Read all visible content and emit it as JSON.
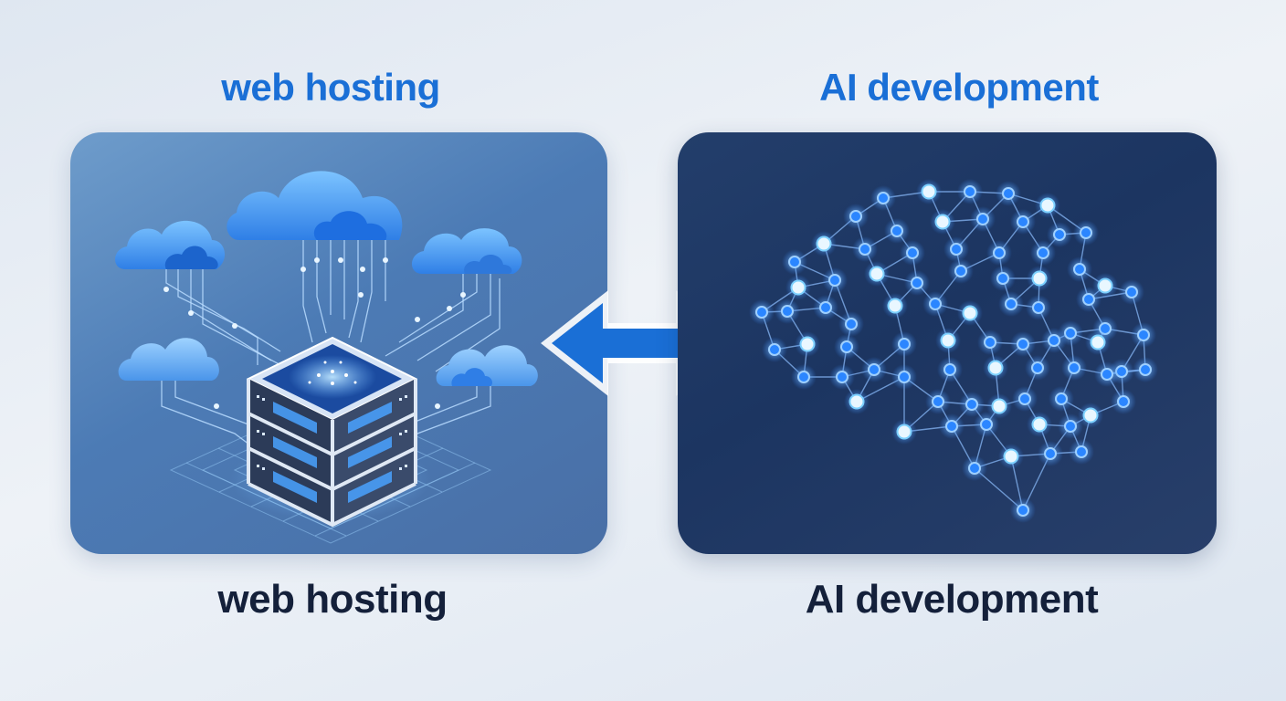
{
  "left": {
    "title": "web hosting",
    "caption": "web hosting"
  },
  "right": {
    "title": "AI development",
    "caption": "AI development"
  },
  "colors": {
    "accent": "#1a6fd6",
    "caption": "#14203a",
    "panel_left": "#5583bb",
    "panel_right": "#1f3862",
    "arrow": "#1a6fd6"
  },
  "icons": {
    "left": "cloud-server-icon",
    "right": "neural-brain-icon",
    "center": "double-arrow-icon"
  }
}
